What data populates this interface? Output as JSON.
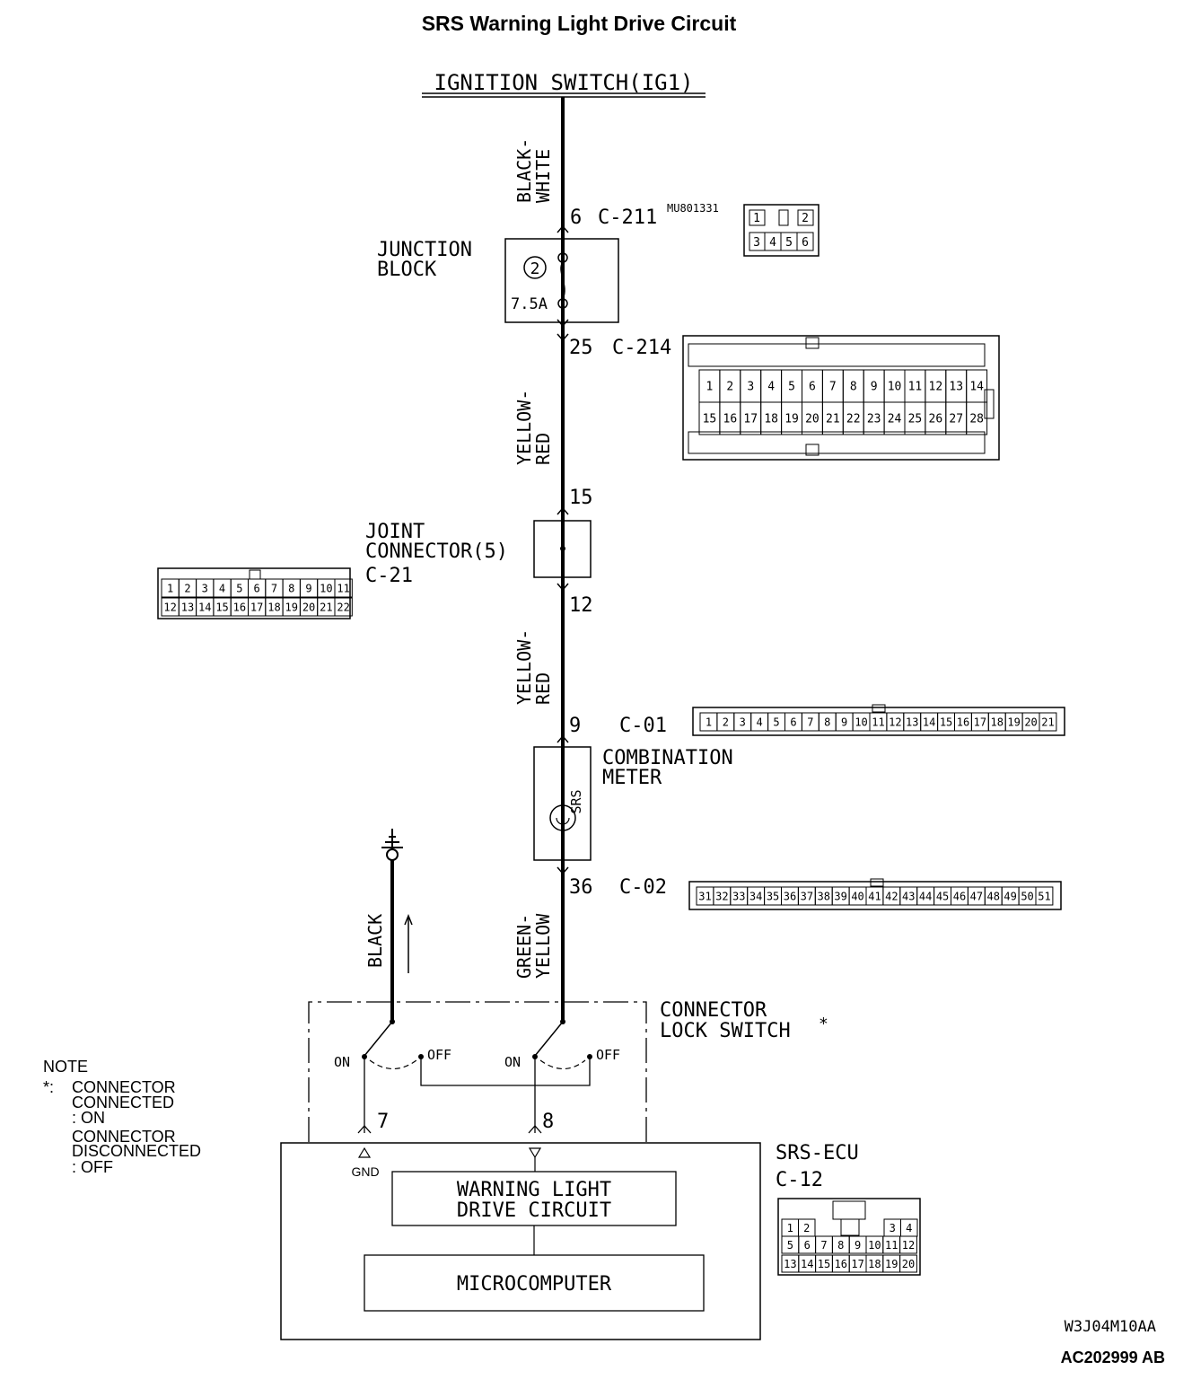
{
  "title": "SRS Warning Light Drive Circuit",
  "source": "IGNITION SWITCH(IG1)",
  "wires": {
    "w1": [
      "BLACK-",
      "WHITE"
    ],
    "w2": [
      "YELLOW-",
      "RED"
    ],
    "w3": [
      "YELLOW-",
      "RED"
    ],
    "w4": [
      "GREEN-",
      "YELLOW"
    ],
    "ground": "BLACK"
  },
  "junction_block": {
    "label": [
      "JUNCTION",
      "BLOCK"
    ],
    "fuse_number": "2",
    "fuse_rating": "7.5A",
    "in_pin": "6",
    "in_connector": "C-211",
    "part_number": "MU801331",
    "out_pin": "25",
    "out_connector": "C-214"
  },
  "joint_connector": {
    "label": [
      "JOINT",
      "CONNECTOR(5)",
      "C-21"
    ],
    "in_pin": "15",
    "out_pin": "12"
  },
  "combination_meter": {
    "label": [
      "COMBINATION",
      "METER"
    ],
    "lamp": "SRS",
    "in_pin": "9",
    "in_connector": "C-01",
    "out_pin": "36",
    "out_connector": "C-02"
  },
  "lock_switch": {
    "label": [
      "CONNECTOR",
      "LOCK SWITCH"
    ],
    "mark": "*",
    "on": "ON",
    "off": "OFF",
    "pin_left": "7",
    "pin_right": "8"
  },
  "ecu": {
    "label": [
      "SRS-ECU",
      "C-12"
    ],
    "gnd": "GND",
    "block1": [
      "WARNING LIGHT",
      "DRIVE CIRCUIT"
    ],
    "block2": "MICROCOMPUTER"
  },
  "note": {
    "heading": "NOTE",
    "mark": "*:",
    "lines": [
      "CONNECTOR",
      "CONNECTED",
      ": ON",
      "CONNECTOR",
      "DISCONNECTED",
      ": OFF"
    ]
  },
  "connector_faces": {
    "c211": {
      "top": [
        "1",
        "2"
      ],
      "bottom": [
        "3",
        "4",
        "5",
        "6"
      ]
    },
    "c214": {
      "top": [
        "1",
        "2",
        "3",
        "4",
        "5",
        "6",
        "7",
        "8",
        "9",
        "10",
        "11",
        "12",
        "13",
        "14"
      ],
      "bottom": [
        "15",
        "16",
        "17",
        "18",
        "19",
        "20",
        "21",
        "22",
        "23",
        "24",
        "25",
        "26",
        "27",
        "28"
      ]
    },
    "c21": {
      "top": [
        "1",
        "2",
        "3",
        "4",
        "5",
        "6",
        "7",
        "8",
        "9",
        "10",
        "11"
      ],
      "bottom": [
        "12",
        "13",
        "14",
        "15",
        "16",
        "17",
        "18",
        "19",
        "20",
        "21",
        "22"
      ]
    },
    "c01": [
      "1",
      "2",
      "3",
      "4",
      "5",
      "6",
      "7",
      "8",
      "9",
      "10",
      "11",
      "12",
      "13",
      "14",
      "15",
      "16",
      "17",
      "18",
      "19",
      "20",
      "21"
    ],
    "c02": [
      "31",
      "32",
      "33",
      "34",
      "35",
      "36",
      "37",
      "38",
      "39",
      "40",
      "41",
      "42",
      "43",
      "44",
      "45",
      "46",
      "47",
      "48",
      "49",
      "50",
      "51"
    ],
    "c12": {
      "row1": [
        "1",
        "2",
        "3",
        "4"
      ],
      "row2": [
        "5",
        "6",
        "7",
        "8",
        "9",
        "10",
        "11",
        "12"
      ],
      "row3": [
        "13",
        "14",
        "15",
        "16",
        "17",
        "18",
        "19",
        "20"
      ]
    }
  },
  "codes": {
    "figure": "W3J04M10AA",
    "ref": "AC202999 AB"
  }
}
